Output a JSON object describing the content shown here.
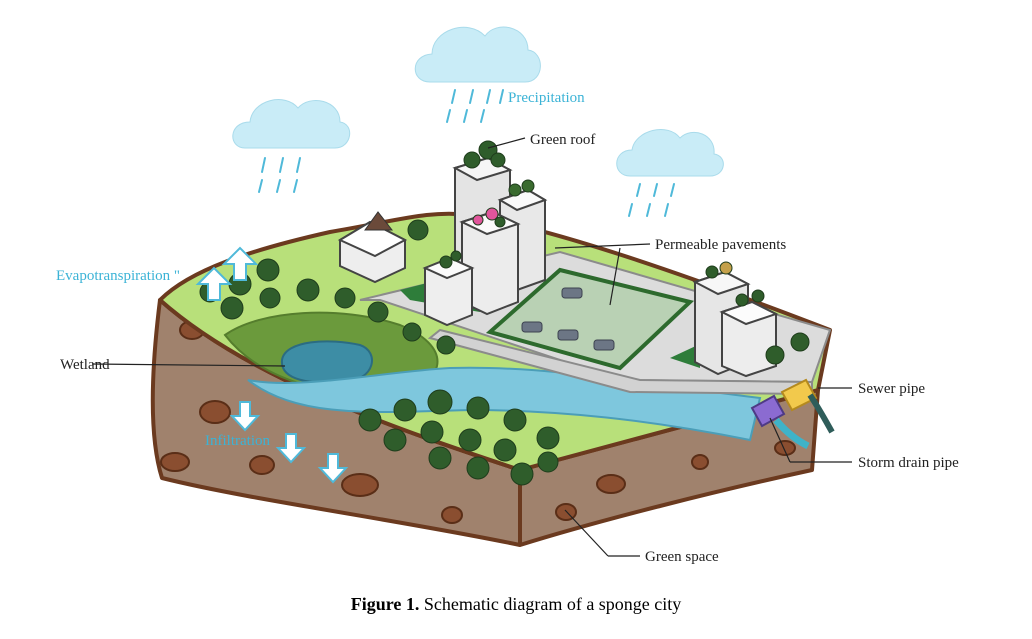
{
  "labels": {
    "precipitation": "Precipitation",
    "green_roof": "Green roof",
    "permeable_pavements": "Permeable pavements",
    "evapotranspiration": "Evapotranspiration \"",
    "wetland": "Wetland",
    "infiltration": "Infiltration",
    "sewer_pipe": "Sewer pipe",
    "storm_drain_pipe": "Storm drain pipe",
    "green_space": "Green space"
  },
  "caption": {
    "figure_number": "Figure 1.",
    "text": "Schematic diagram of a sponge city"
  },
  "colors": {
    "label_blue": "#3bb3d6",
    "soil": "#a0826d",
    "grass": "#b8e07a",
    "river": "#7ec7dd",
    "tree": "#2f5d2b"
  }
}
